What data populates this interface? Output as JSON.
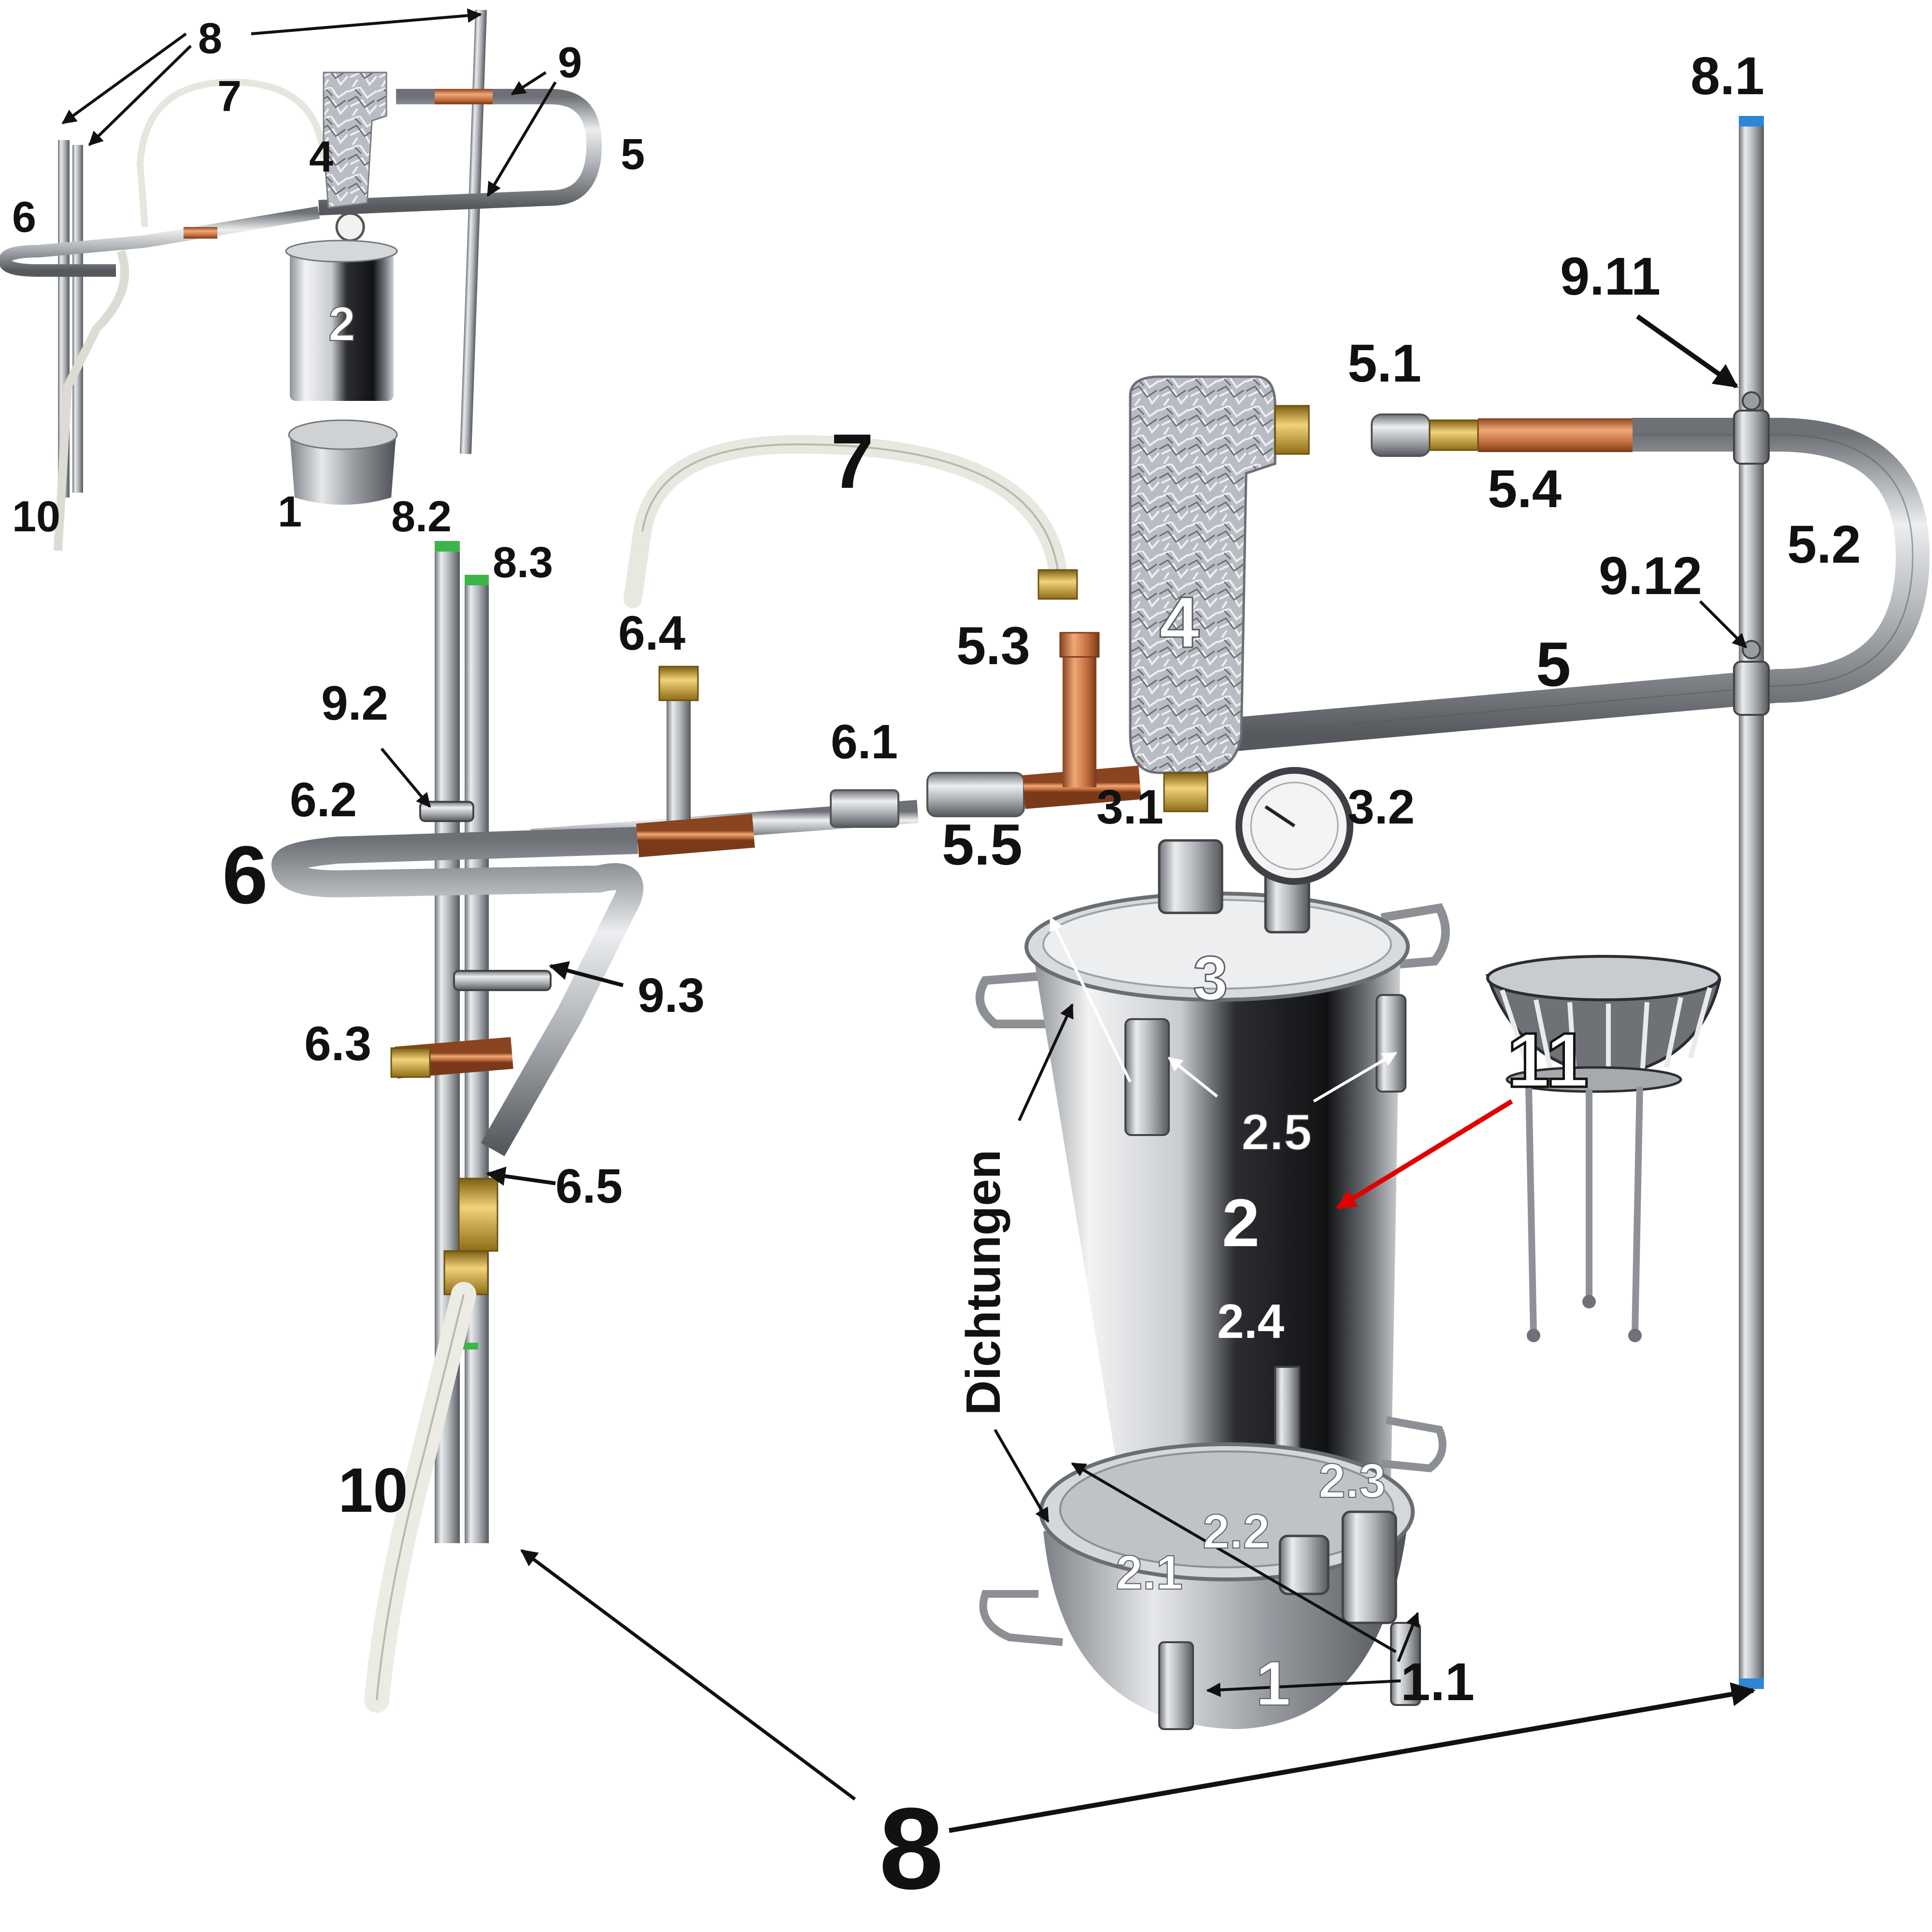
{
  "colors": {
    "steel_light": "#e4e6e8",
    "steel_mid": "#a9adb1",
    "steel_dark": "#55595d",
    "copper": "#c5703e",
    "copper_dark": "#8a4420",
    "brass": "#c9a236",
    "hose": "#e8e8e0",
    "foil": "#b9bcc2",
    "arrow_red": "#e00000",
    "cap_green": "#3bb54a",
    "cap_blue": "#2f86d6"
  },
  "inset": {
    "labels": {
      "l8": "8",
      "l7": "7",
      "l9": "9",
      "l4": "4",
      "l5": "5",
      "l6": "6",
      "l2": "2",
      "l10": "10",
      "l1": "1",
      "l8_2": "8.2"
    }
  },
  "main": {
    "labels": {
      "l8_1": "8.1",
      "l9_11": "9.11",
      "l5_1": "5.1",
      "l5_4": "5.4",
      "l5_2": "5.2",
      "l9_12": "9.12",
      "l5": "5",
      "l7": "7",
      "l4": "4",
      "l8_3": "8.3",
      "l6_4": "6.4",
      "l5_3": "5.3",
      "l9_2": "9.2",
      "l6_1": "6.1",
      "l6_2": "6.2",
      "l3_1": "3.1",
      "l3_2": "3.2",
      "l5_5": "5.5",
      "l6": "6",
      "l3": "3",
      "l9_3": "9.3",
      "l6_3": "6.3",
      "l2_5": "2.5",
      "l11": "11",
      "l6_5": "6.5",
      "l2": "2",
      "l2_4": "2.4",
      "l10": "10",
      "l2_3": "2.3",
      "l2_2": "2.2",
      "l2_1": "2.1",
      "l1": "1",
      "l1_1": "1.1",
      "l8_big": "8",
      "dichtungen": "Dichtungen"
    }
  }
}
